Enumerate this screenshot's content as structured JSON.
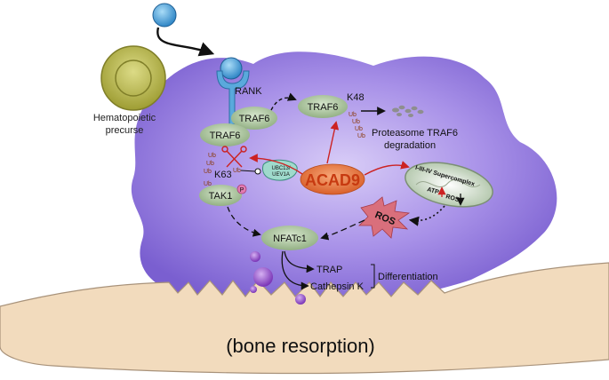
{
  "labels": {
    "precursor_line1": "Hematopoietic",
    "precursor_line2": "precurse",
    "rank": "RANK",
    "traf6_a": "TRAF6",
    "traf6_b": "TRAF6",
    "traf6_c": "TRAF6",
    "k48": "K48",
    "proteasome_line1": "Proteasome TRAF6",
    "proteasome_line2": "degradation",
    "ub": "Ub",
    "k63": "K63",
    "tak1": "TAK1",
    "p": "P",
    "ubc13_line1": "UBC13/",
    "ubc13_line2": "UEV1A",
    "acad9": "ACAD9",
    "mito_superco": "I-III-IV Supercomplex",
    "atp": "ATP",
    "ros_small": "ROS",
    "ros_big": "ROS",
    "nfatc1": "NFATc1",
    "trap": "TRAP",
    "cathepsin": "Cathepsin K",
    "differentiation": "Differentiation",
    "bone": "(bone resorption)"
  },
  "colors": {
    "cell": "#9b7fe2",
    "cell_light": "#c9b7f4",
    "protein": "#b6ccaa",
    "acad9": "#e2703a",
    "acad9_text": "#c73a10",
    "bone": "#f3dcc0",
    "precursor": "#c3c25a",
    "receptor": "#5aa9dc",
    "arrow_red": "#cc2222",
    "ub_text": "#8a3a10"
  }
}
